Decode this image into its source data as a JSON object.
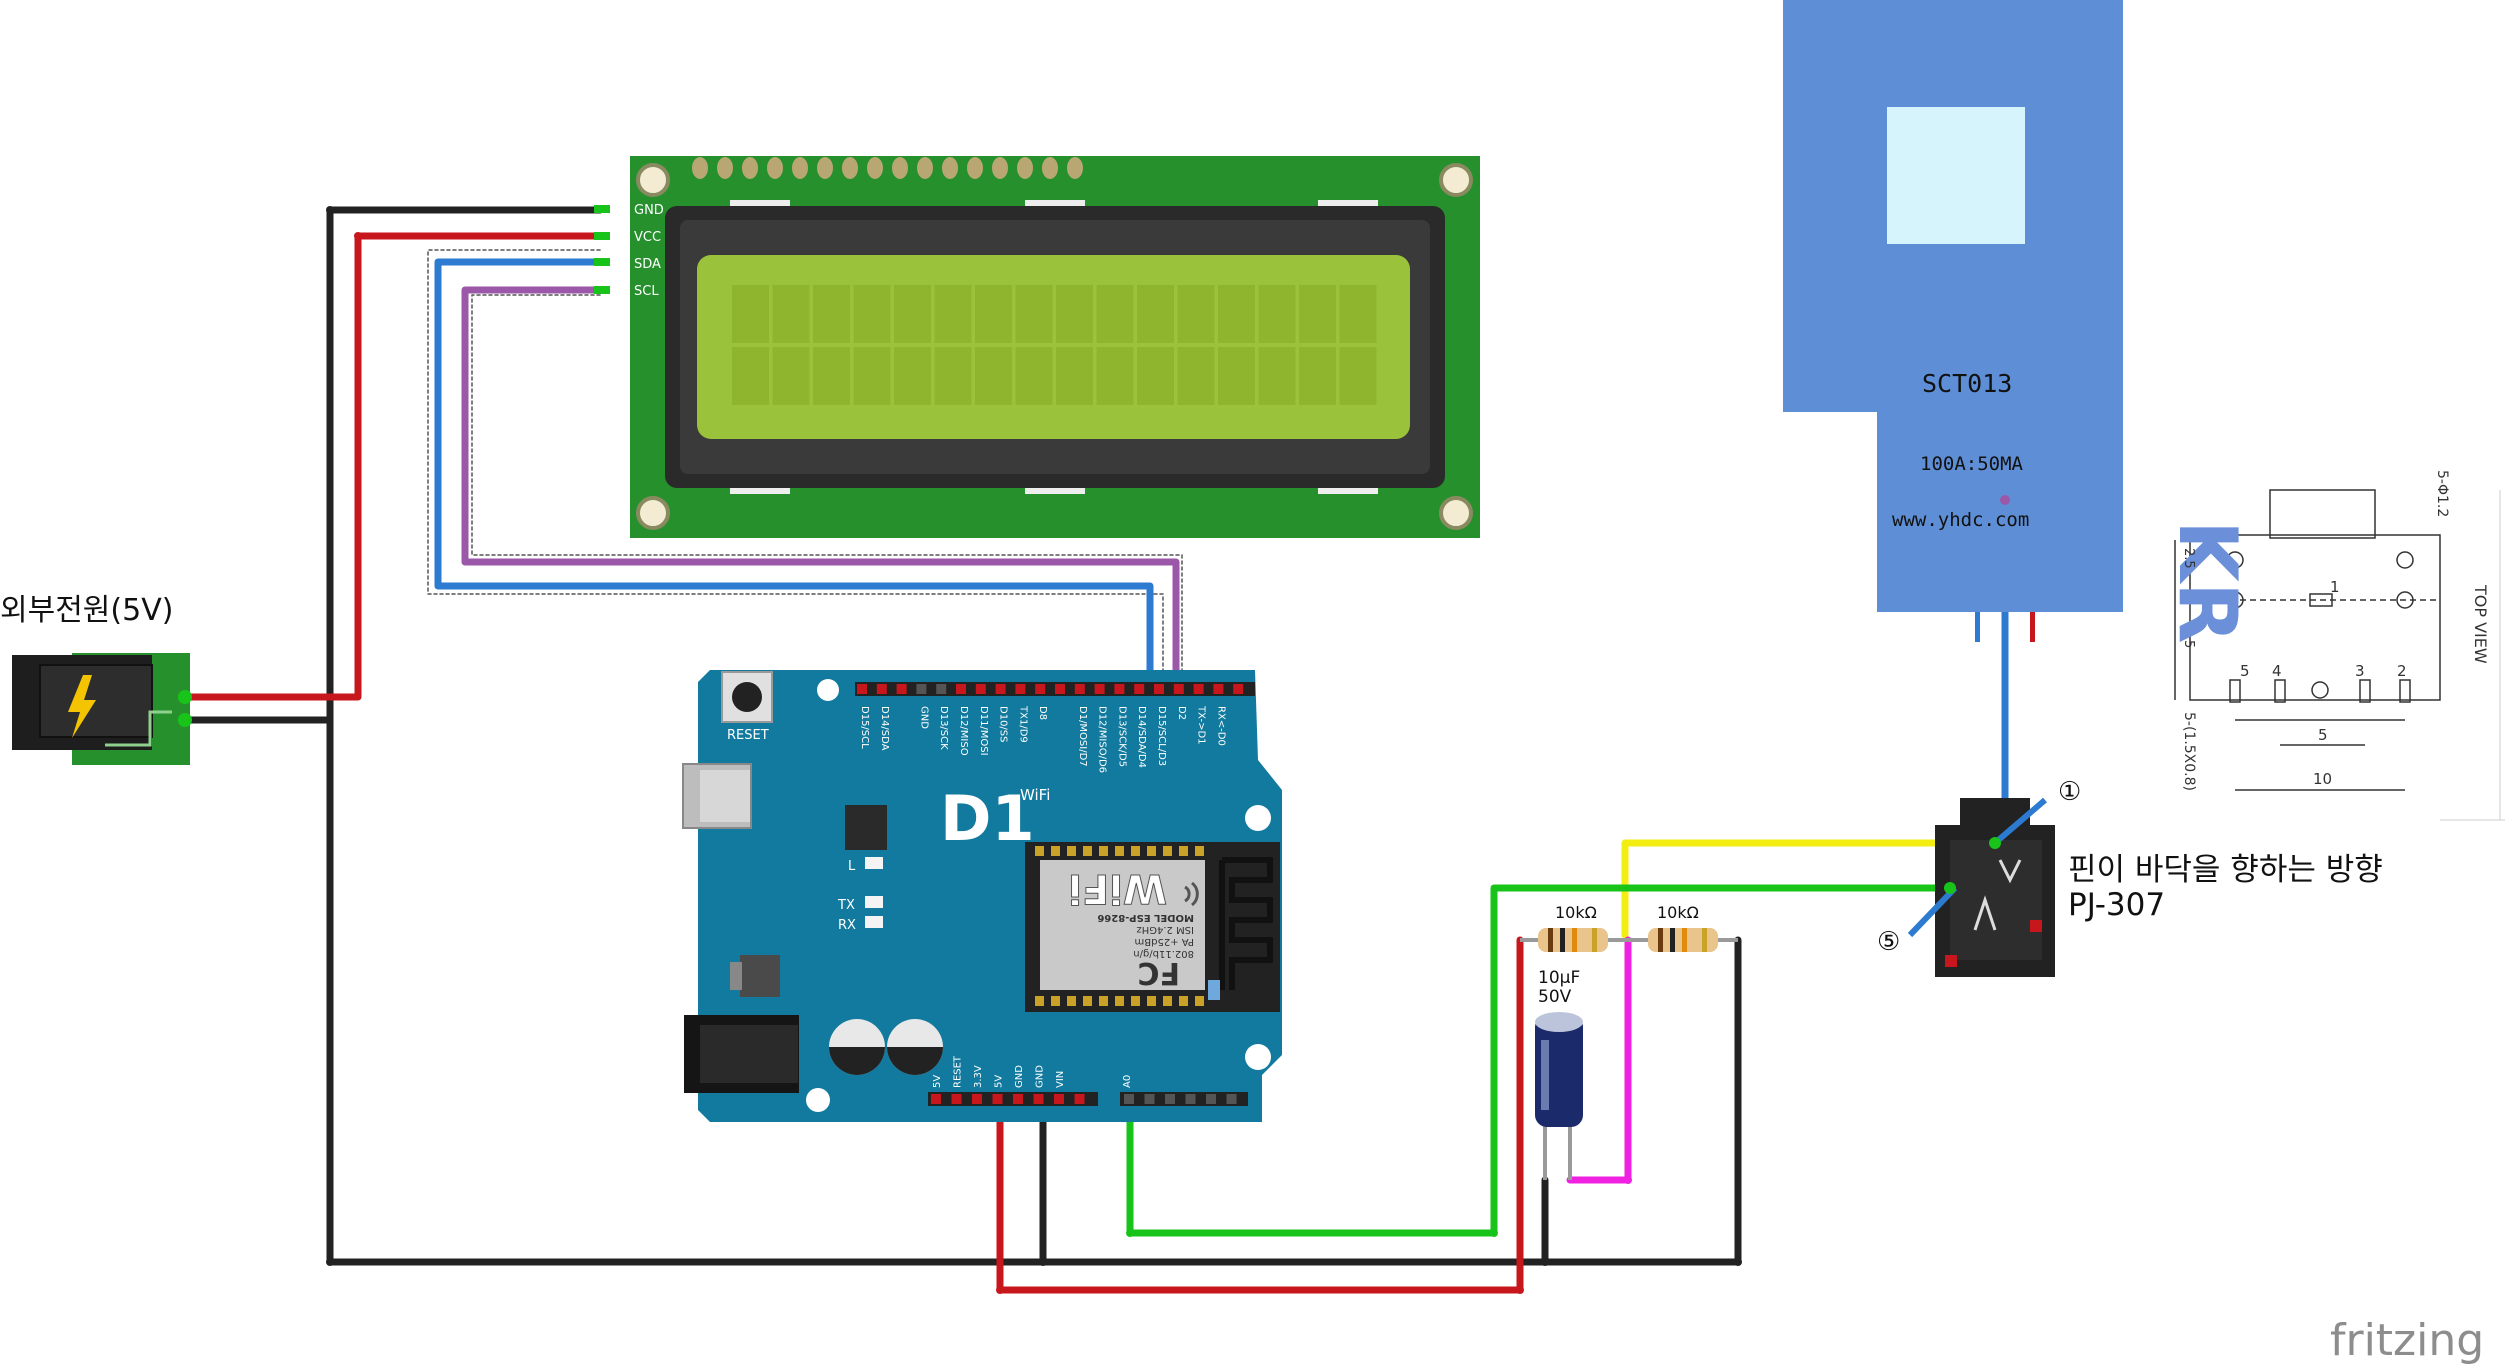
{
  "lcd": {
    "pins": [
      "GND",
      "VCC",
      "SDA",
      "SCL"
    ]
  },
  "power": {
    "label": "외부전원(5V)"
  },
  "board": {
    "reset_label": "RESET",
    "logo": "D1",
    "logo_sub": "WiFi",
    "top_pins": [
      "D15/SCL",
      "D14/SDA",
      "",
      "GND",
      "D13/SCK",
      "D12/MISO",
      "D11/MOSI",
      "D10/SS",
      "TX1/D9",
      "D8",
      "",
      "D1/MOSI/D7",
      "D12/MISO/D6",
      "D13/SCK/D5",
      "D14/SDA/D4",
      "D15/SCL/D3",
      "D2",
      "TX->D1",
      "RX<-D0"
    ],
    "bottom_pins": [
      "5V",
      "RESET",
      "3.3V",
      "5V",
      "GND",
      "GND",
      "VIN",
      "",
      "A0"
    ],
    "led_labels": [
      "L",
      "TX",
      "RX"
    ],
    "module": {
      "wifi": "WiFi",
      "model": "MODEL ESP-8266",
      "freq": "ISM 2.4GHz",
      "pa": "PA +25dBm",
      "std": "802.11b/g/n",
      "fc": "FC"
    }
  },
  "sensor": {
    "name": "SCT013",
    "rating": "100A:50MA",
    "url": "www.yhdc.com"
  },
  "resistors": [
    "10kΩ",
    "10kΩ"
  ],
  "capacitor": {
    "value": "10μF",
    "voltage": "50V"
  },
  "jack": {
    "pin1": "①",
    "pin5": "⑤",
    "note": "핀이 바닥을 향하는 방향",
    "model": "PJ-307"
  },
  "drawing": {
    "side_label": "TOP VIEW",
    "dims": [
      "5-Φ1.2",
      "5-(1.5X0.8)",
      "10",
      "5",
      "2.5",
      "5"
    ],
    "pins": [
      "1",
      "2",
      "3",
      "4",
      "5"
    ],
    "stamp": "KR"
  },
  "watermark": "fritzing",
  "colors": {
    "wire_black": "#222222",
    "wire_red": "#c8161d",
    "wire_blue": "#2c7bd0",
    "wire_purple": "#9b57a8",
    "wire_green": "#19c41a",
    "wire_yellow": "#f2ee12",
    "wire_magenta": "#f021e0",
    "board": "#127a9e",
    "pcb_green": "#26902d",
    "lcd_screen": "#9bc23b",
    "sensor_blue": "#5e8fd6"
  }
}
